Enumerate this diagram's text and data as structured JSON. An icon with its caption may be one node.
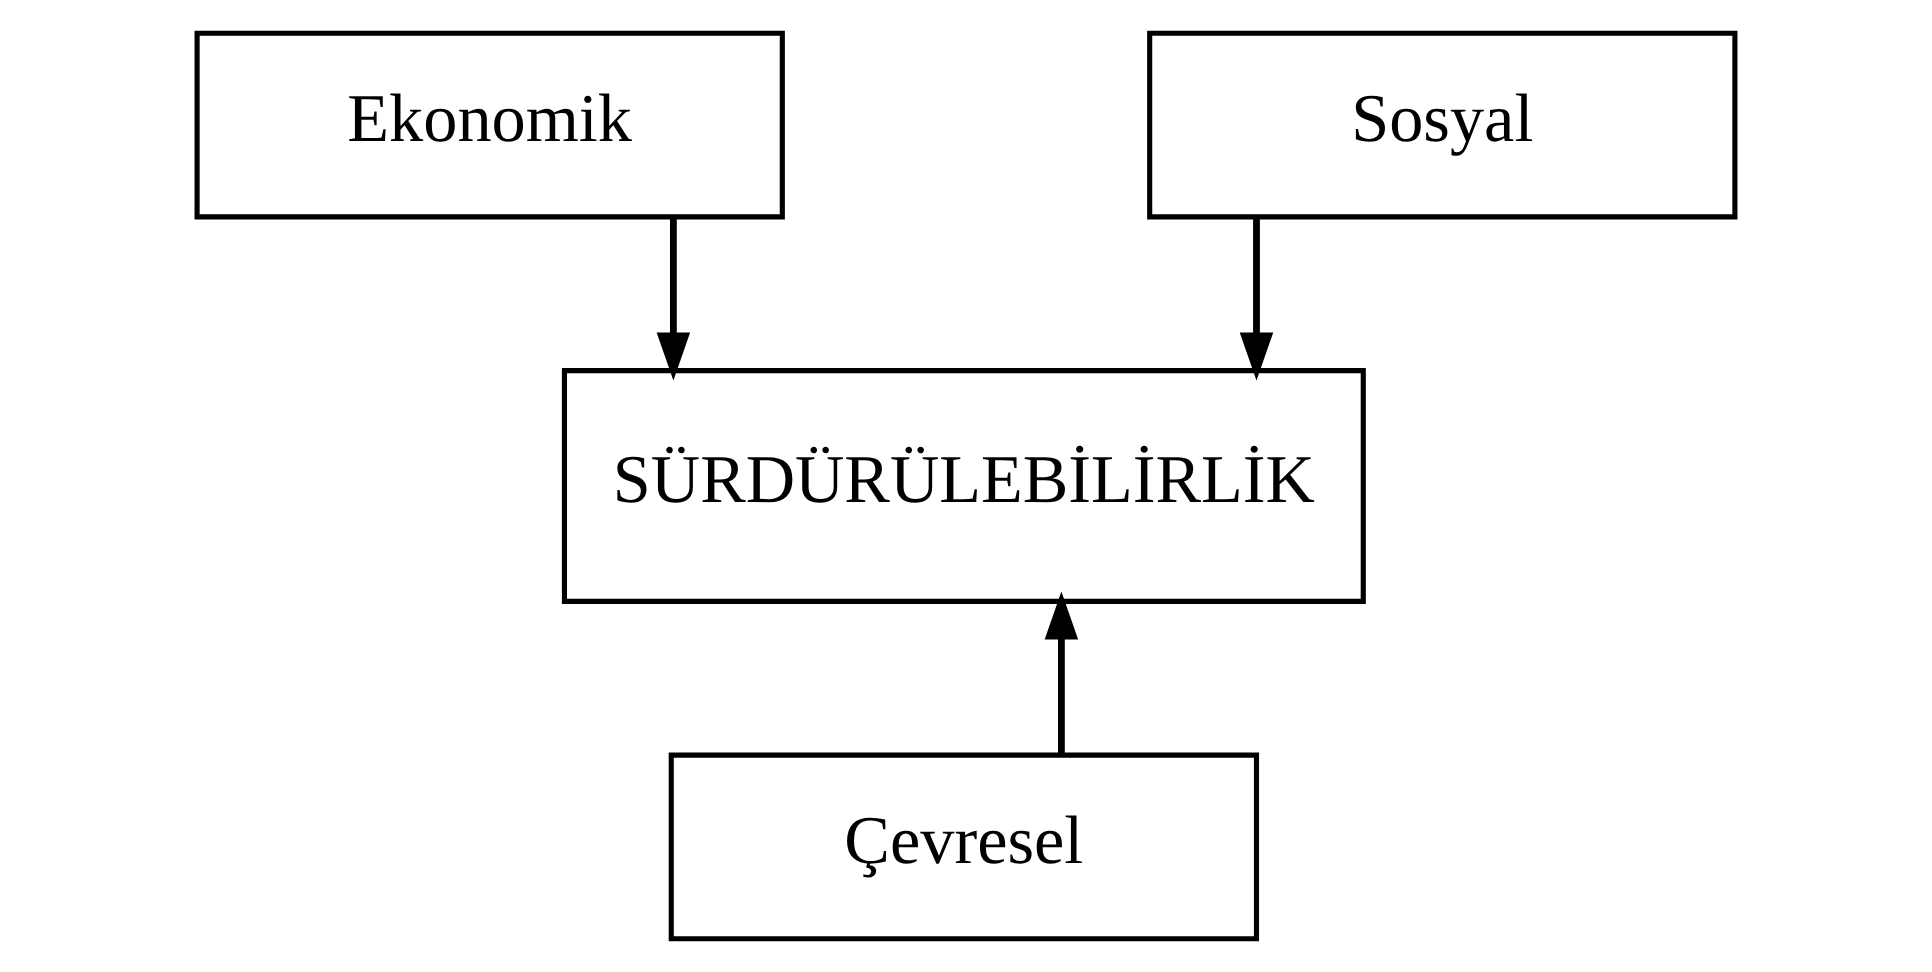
{
  "diagram": {
    "nodes": [
      {
        "text": [
          "Ekonomik"
        ]
      },
      {
        "text": [
          "Sosyal"
        ]
      },
      {
        "text": [
          "SÜRDÜRÜLEBİLİRLİK"
        ]
      },
      {
        "text": [
          "Çevresel"
        ]
      }
    ],
    "edges": [
      {
        "from": 0,
        "to": 2,
        "arrow": "to"
      },
      {
        "from": 1,
        "to": 2,
        "arrow": "to"
      },
      {
        "from": 3,
        "to": 2,
        "arrow": "to"
      }
    ]
  }
}
